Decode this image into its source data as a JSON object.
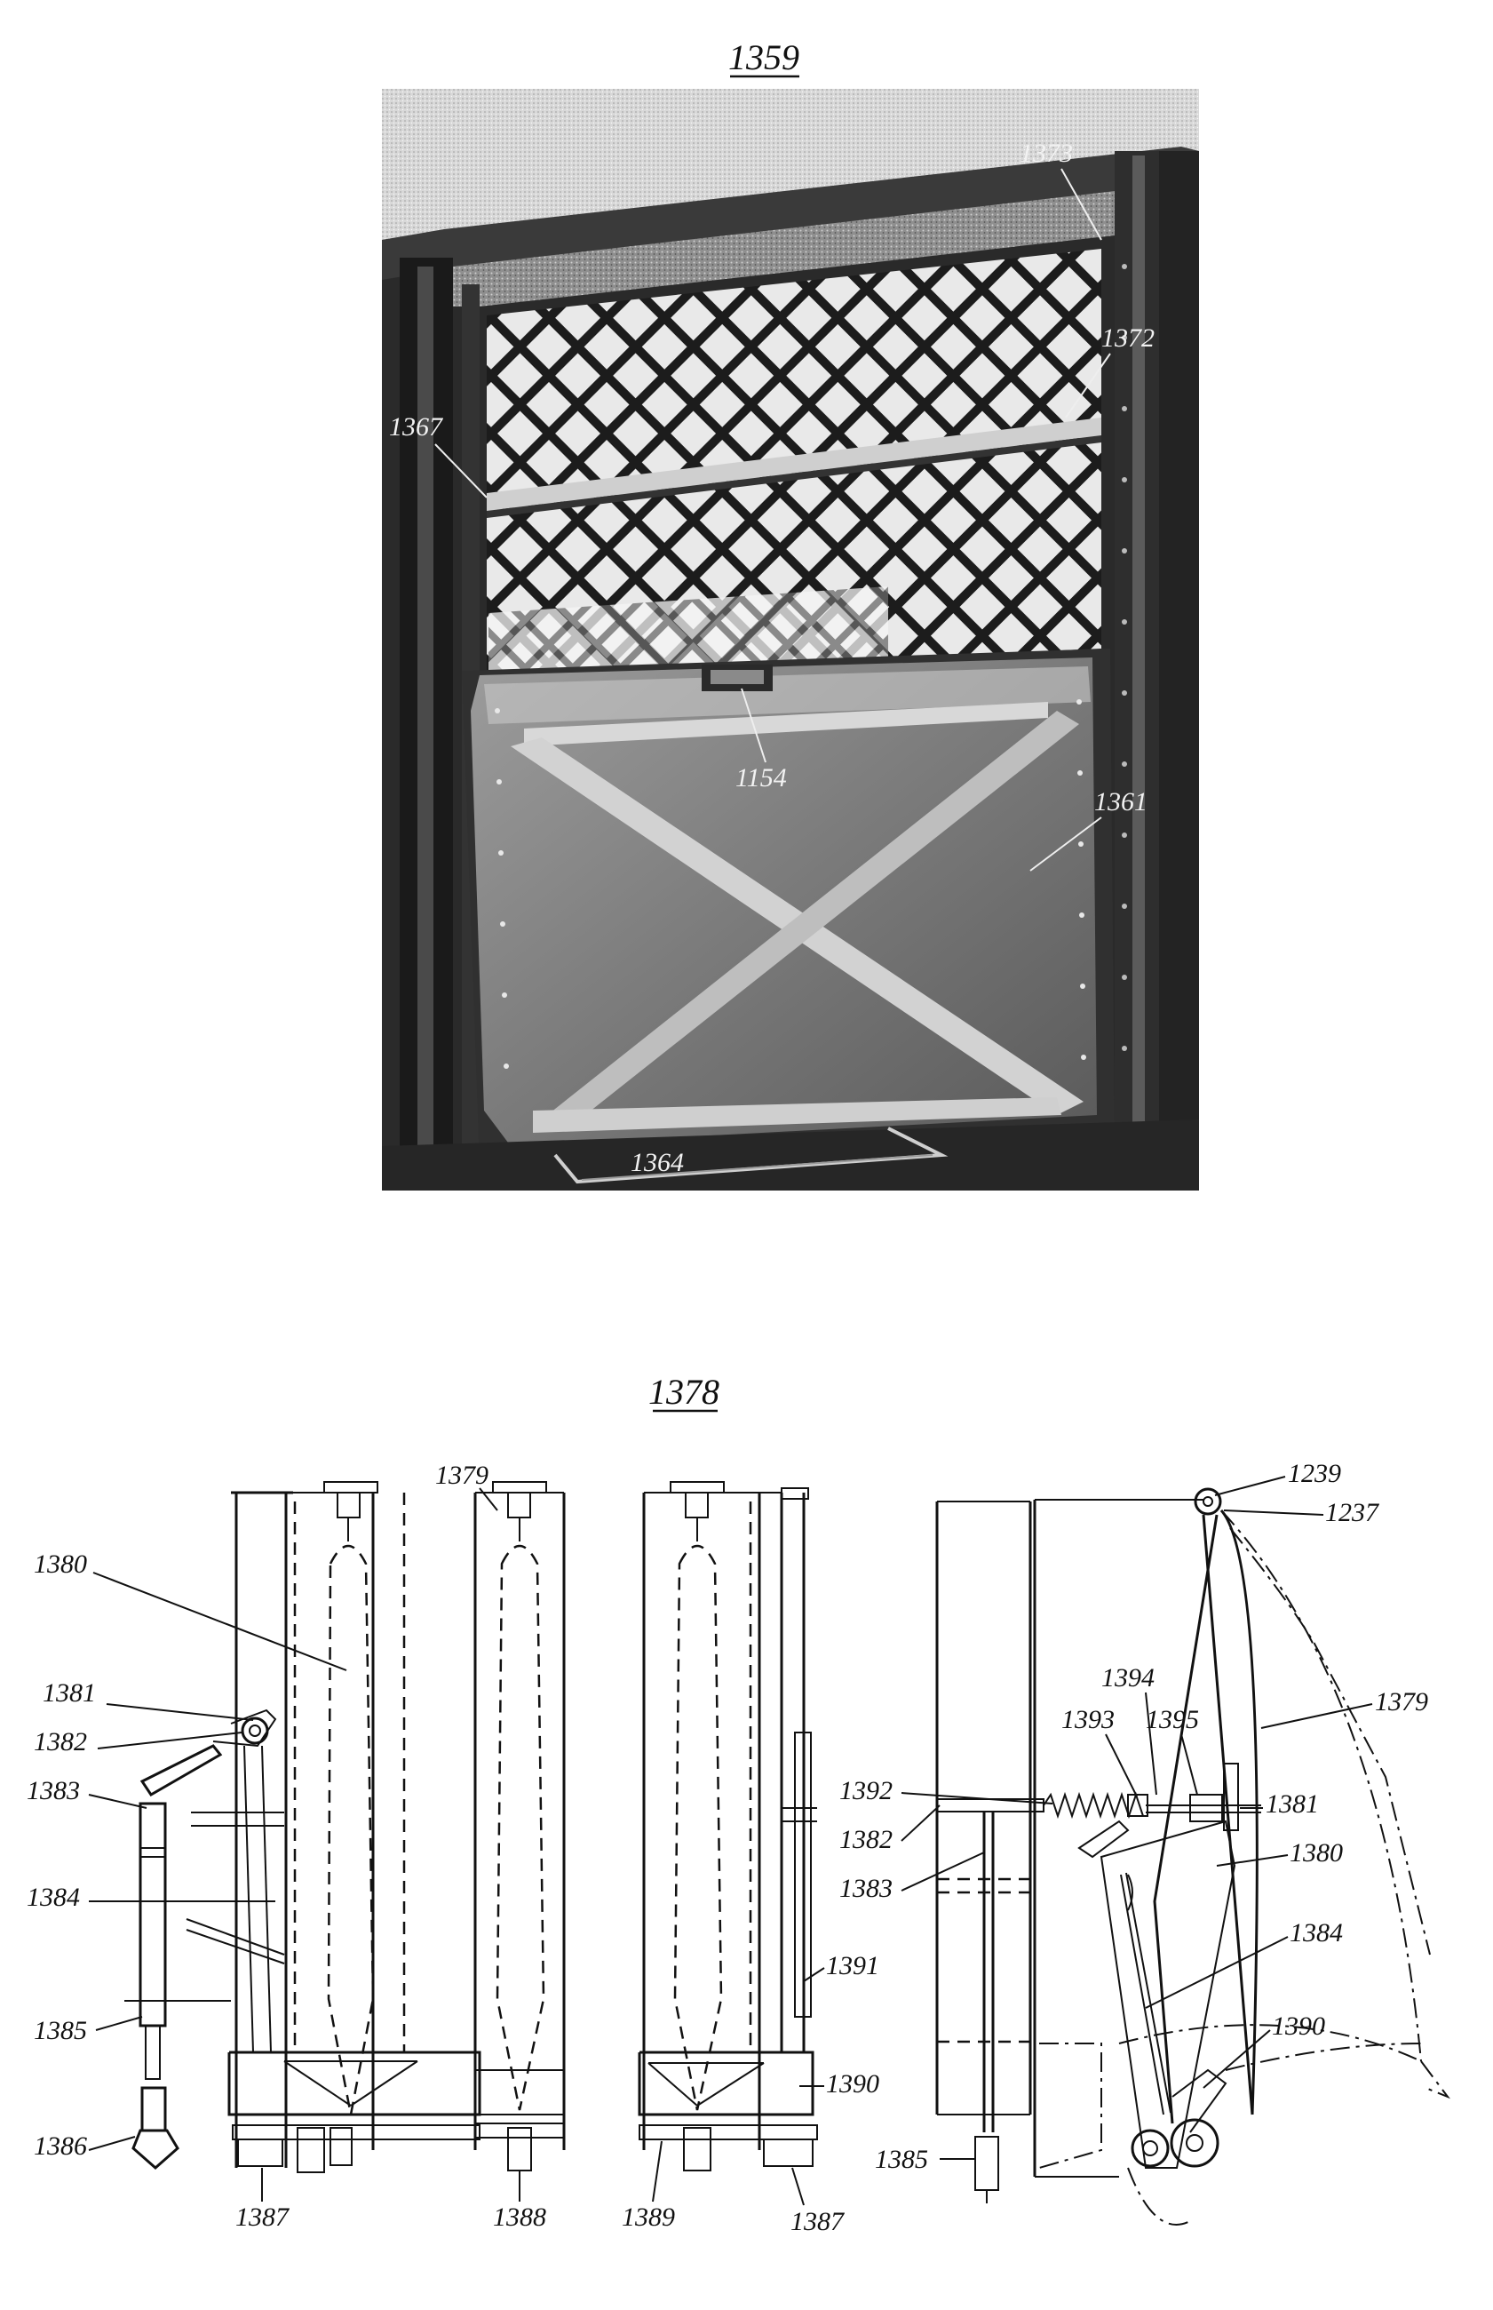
{
  "figures": {
    "photo": {
      "title": "1359",
      "callouts": [
        "1373",
        "1372",
        "1367",
        "1154",
        "1361",
        "1364"
      ]
    },
    "drawing": {
      "title": "1378",
      "view_front_left": [
        "1380",
        "1381",
        "1382",
        "1383",
        "1384",
        "1385",
        "1386",
        "1387"
      ],
      "view_front_middle": [
        "1379",
        "1388"
      ],
      "view_front_right": [
        "1391",
        "1390",
        "1389",
        "1387"
      ],
      "view_side": [
        "1239",
        "1237",
        "1394",
        "1393",
        "1395",
        "1379",
        "1392",
        "1381",
        "1382",
        "1383",
        "1380",
        "1384",
        "1390",
        "1385"
      ]
    }
  },
  "colors": {
    "ink": "#111111",
    "photo_dark": "#1e1e1e",
    "photo_mid": "#6b6b6b",
    "photo_light": "#bdbdbd",
    "paper": "#ffffff"
  }
}
